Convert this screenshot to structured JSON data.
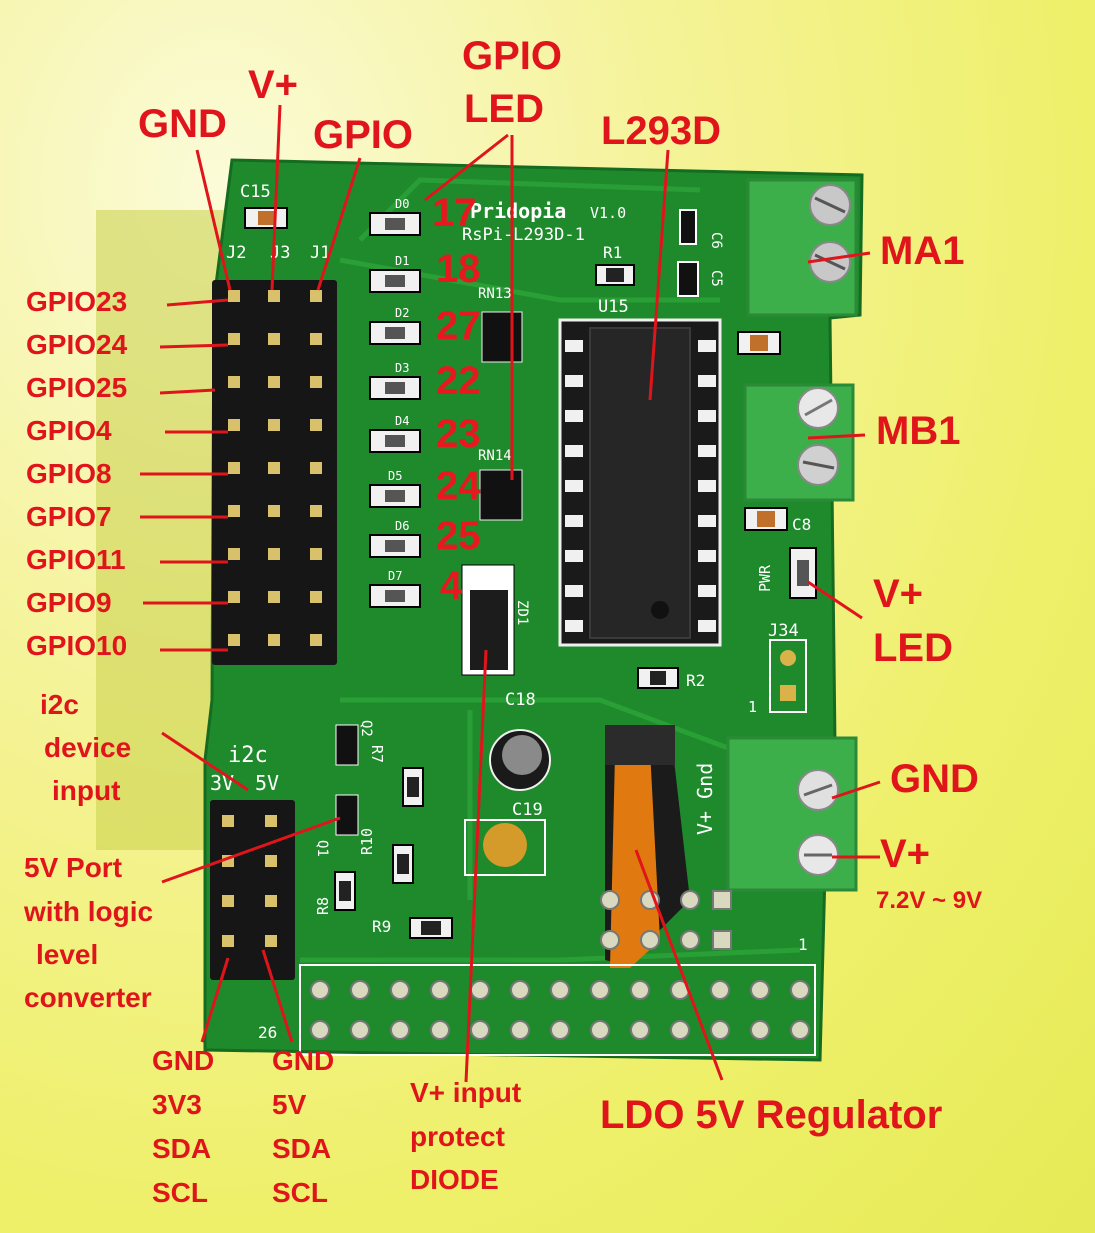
{
  "board": {
    "silkscreen": {
      "brand": "Pridopia",
      "version": "V1.0",
      "model": "RsPi-L293D-1",
      "c15": "C15",
      "c6": "C6",
      "c5": "C5",
      "c8": "C8",
      "c18": "C18",
      "c19": "C19",
      "r1": "R1",
      "r2": "R2",
      "r7": "R7",
      "r8": "R8",
      "r9": "R9",
      "r10": "R10",
      "u15": "U15",
      "rn13": "RN13",
      "rn14": "RN14",
      "zd1": "ZD1",
      "q1": "Q1",
      "q2": "Q2",
      "j2": "J2",
      "j3": "J3",
      "j1": "J1",
      "j34": "J34",
      "pwr": "PWR",
      "i2c": "i2c",
      "i2c_3v": "3V",
      "i2c_5v": "5V",
      "v_gnd": "V+ Gnd",
      "header_pin1": "1",
      "header_pin26": "26",
      "j34_pin1": "1",
      "d0": "D0",
      "d1": "D1",
      "d2": "D2",
      "d3": "D3",
      "d4": "D4",
      "d5": "D5",
      "d6": "D6",
      "d7": "D7"
    }
  },
  "labels": {
    "gnd_top": "GND",
    "vplus_top": "V+",
    "gpio_top": "GPIO",
    "gpio_led_line1": "GPIO",
    "gpio_led_line2": "LED",
    "l293d": "L293D",
    "ma1": "MA1",
    "mb1": "MB1",
    "vplus_led_line1": "V+",
    "vplus_led_line2": "LED",
    "gnd_right": "GND",
    "vplus_right": "V+",
    "voltage_range": "7.2V ~ 9V",
    "gpio_pins": [
      "GPIO23",
      "GPIO24",
      "GPIO25",
      "GPIO4",
      "GPIO8",
      "GPIO7",
      "GPIO11",
      "GPIO9",
      "GPIO10"
    ],
    "led_numbers": [
      "17",
      "18",
      "27",
      "22",
      "23",
      "24",
      "25",
      "4"
    ],
    "i2c_input": [
      "i2c",
      "device",
      "input"
    ],
    "port_5v": [
      "5V Port",
      "with logic",
      "level",
      "converter"
    ],
    "i2c_3v3_pins": [
      "GND",
      "3V3",
      "SDA",
      "SCL"
    ],
    "i2c_5v_pins": [
      "GND",
      "5V",
      "SDA",
      "SCL"
    ],
    "diode": [
      "V+ input",
      "protect",
      "DIODE"
    ],
    "regulator": "LDO 5V Regulator"
  },
  "colors": {
    "label_red": "#e0151b",
    "pcb_green": "#1f8a2c",
    "terminal_green": "#3cae4a",
    "background_yellow": "#f2f27a"
  }
}
